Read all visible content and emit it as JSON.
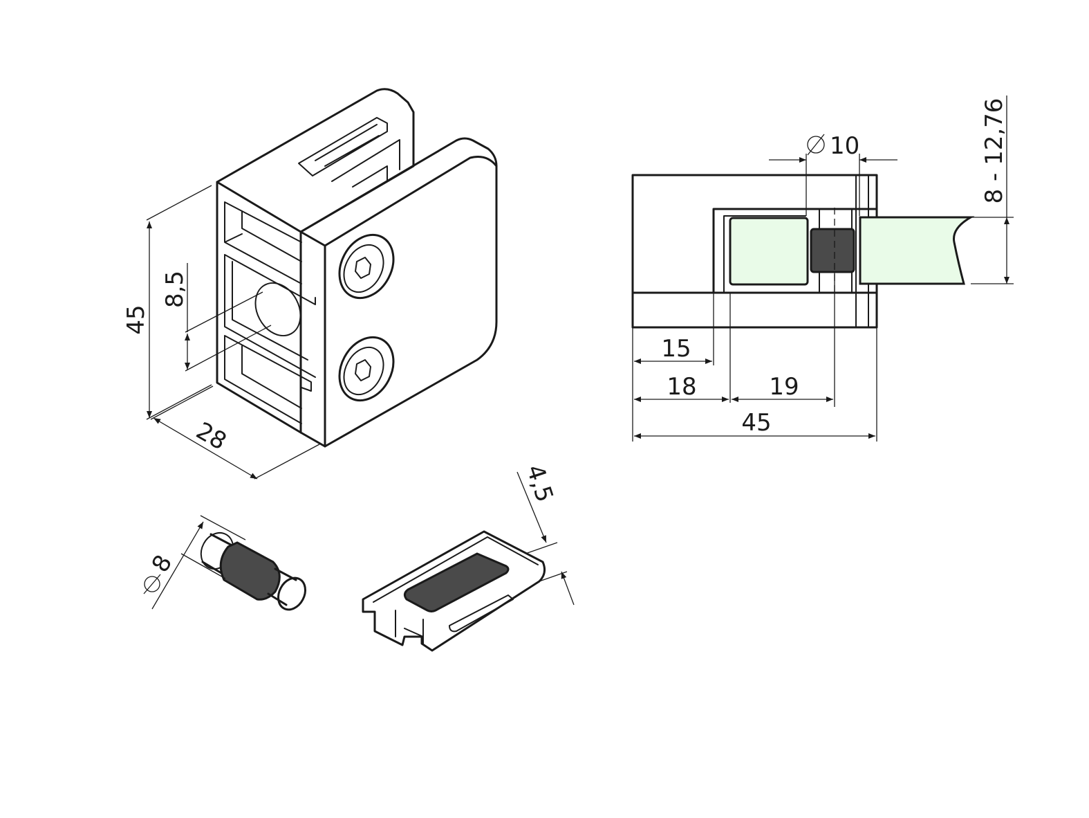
{
  "colors": {
    "line": "#1a1a1a",
    "glass": "#e9fbe8",
    "rubber": "#4a4a4a",
    "background": "#ffffff"
  },
  "icons": {
    "hex_socket": "hex-socket-screw-icon"
  },
  "dimensions": {
    "clamp_height": "45",
    "hole_offset": "8,5",
    "clamp_depth": "28",
    "pin_diameter": "10",
    "glass_thickness": "8 - 12,76",
    "dim_15": "15",
    "dim_18": "18",
    "dim_19": "19",
    "dim_45_total": "45",
    "insert_pin_diameter": "8",
    "pad_thickness": "4,5"
  }
}
